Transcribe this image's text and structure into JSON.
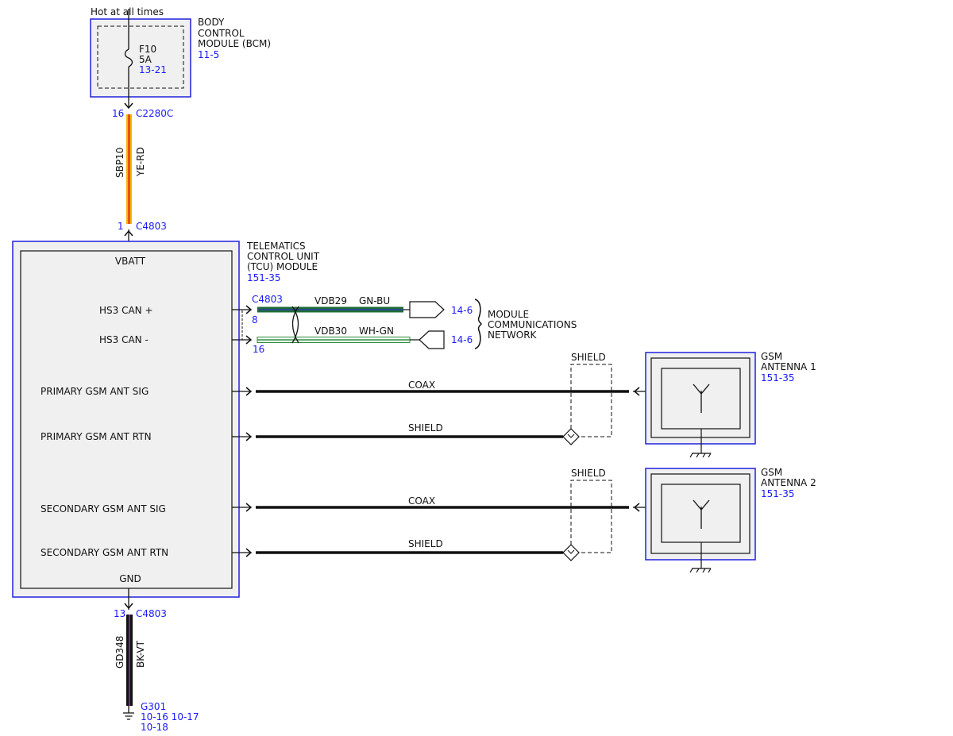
{
  "colors": {
    "module_border": "#2020dd",
    "module_fill": "#f0f0f0",
    "ref_text": "#1a1aff",
    "wire_ye_rd_outer": "#f2b705",
    "wire_ye_rd_stripe": "#e0201b",
    "wire_gn_bu": "#1d6b35",
    "wire_wh_gn": "#2a8a3a",
    "wire_bk_vt_outer": "#111111",
    "wire_bk_vt_stripe": "#6a2d8c",
    "coax": "#111111"
  },
  "supply": {
    "label": "Hot at all times"
  },
  "bcm": {
    "name_lines": [
      "BODY",
      "CONTROL",
      "MODULE (BCM)"
    ],
    "ref": "11-5",
    "fuse": {
      "name": "F10",
      "rating": "5A",
      "ref": "13-21"
    },
    "connector": {
      "pin": "16",
      "name": "C2280C"
    }
  },
  "wire_power": {
    "circuit": "SBP10",
    "color": "YE-RD"
  },
  "tcu": {
    "name_lines": [
      "TELEMATICS",
      "CONTROL UNIT",
      "(TCU) MODULE"
    ],
    "ref": "151-35",
    "connector": "C4803",
    "vbatt": {
      "pin": "1",
      "label": "VBATT"
    },
    "gnd": {
      "pin": "13",
      "label": "GND"
    },
    "pins": {
      "hs3_can_plus": "HS3 CAN +",
      "hs3_can_minus": "HS3 CAN -",
      "primary_sig": "PRIMARY GSM ANT SIG",
      "primary_rtn": "PRIMARY GSM ANT RTN",
      "secondary_sig": "SECONDARY GSM ANT SIG",
      "secondary_rtn": "SECONDARY GSM ANT RTN"
    }
  },
  "can": {
    "connector": "C4803",
    "plus": {
      "pin": "8",
      "circuit": "VDB29",
      "color": "GN-BU",
      "ref": "14-6"
    },
    "minus": {
      "pin": "16",
      "circuit": "VDB30",
      "color": "WH-GN",
      "ref": "14-6"
    },
    "network_lines": [
      "MODULE",
      "COMMUNICATIONS",
      "NETWORK"
    ]
  },
  "antenna1": {
    "name_lines": [
      "GSM",
      "ANTENNA 1"
    ],
    "ref": "151-35",
    "coax_label": "COAX",
    "shield_label": "SHIELD",
    "shield_box_label": "SHIELD"
  },
  "antenna2": {
    "name_lines": [
      "GSM",
      "ANTENNA 2"
    ],
    "ref": "151-35",
    "coax_label": "COAX",
    "shield_label": "SHIELD",
    "shield_box_label": "SHIELD"
  },
  "wire_ground": {
    "circuit": "GD348",
    "color": "BK-VT"
  },
  "ground": {
    "name": "G301",
    "refs_line1": "10-16 10-17",
    "refs_line2": "10-18"
  }
}
